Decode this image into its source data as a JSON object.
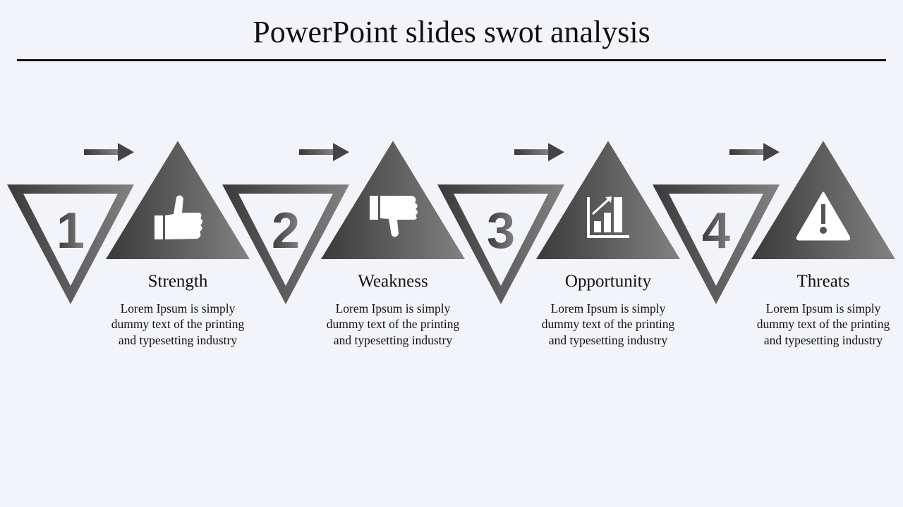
{
  "title": "PowerPoint slides swot analysis",
  "items": [
    {
      "number": "1",
      "label": "Strength",
      "body": "Lorem Ipsum is simply dummy text of the printing and typesetting industry",
      "icon": "thumbs-up-icon"
    },
    {
      "number": "2",
      "label": "Weakness",
      "body": "Lorem Ipsum is simply dummy text of the printing and typesetting industry",
      "icon": "thumbs-down-icon"
    },
    {
      "number": "3",
      "label": "Opportunity",
      "body": "Lorem Ipsum is simply dummy text of the printing and typesetting industry",
      "icon": "growth-chart-icon"
    },
    {
      "number": "4",
      "label": "Threats",
      "body": "Lorem Ipsum is simply dummy text of the printing and typesetting industry",
      "icon": "warning-icon"
    }
  ],
  "colors": {
    "background": "#f3f4f9",
    "dark": "#3a3a3a",
    "light": "#808080"
  }
}
